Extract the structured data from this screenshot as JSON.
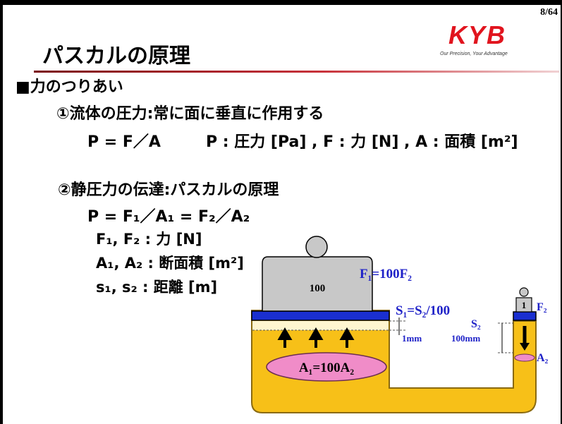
{
  "page_number": "8/64",
  "logo": {
    "mark": "KYB",
    "tagline": "Our Precision, Your Advantage"
  },
  "title": "パスカルの原理",
  "section_heading": "■力のつりあい",
  "item1": {
    "heading": "①流体の圧力:常に面に垂直に作用する",
    "formula": "P = F／A",
    "definition": "P : 圧力 [Pa] , F : 力 [N] , A : 面積 [m²]"
  },
  "item2": {
    "heading": "②静圧力の伝達:パスカルの原理",
    "formula": "P = F₁／A₁ = F₂／A₂",
    "vars": [
      "F₁, F₂ : 力 [N]",
      "A₁, A₂ : 断面積 [m²]",
      "s₁, s₂ : 距離 [m]"
    ]
  },
  "diagram": {
    "large_weight_label": "100",
    "small_weight_label": "1",
    "force_relation": "F₁=100F₂",
    "distance_relation": "S₁=S₂/100",
    "s1_value": "1mm",
    "s2_label": "S₂",
    "s2_value": "100mm",
    "f2_label": "F₂",
    "area_relation": "A₁=100A₂",
    "a2_label": "A₂",
    "colors": {
      "fluid": "#f7c018",
      "piston": "#1a2fd0",
      "weight": "#c8c8c8",
      "area_ellipse": "#f08cc8",
      "annotation": "#1f22c8"
    }
  }
}
